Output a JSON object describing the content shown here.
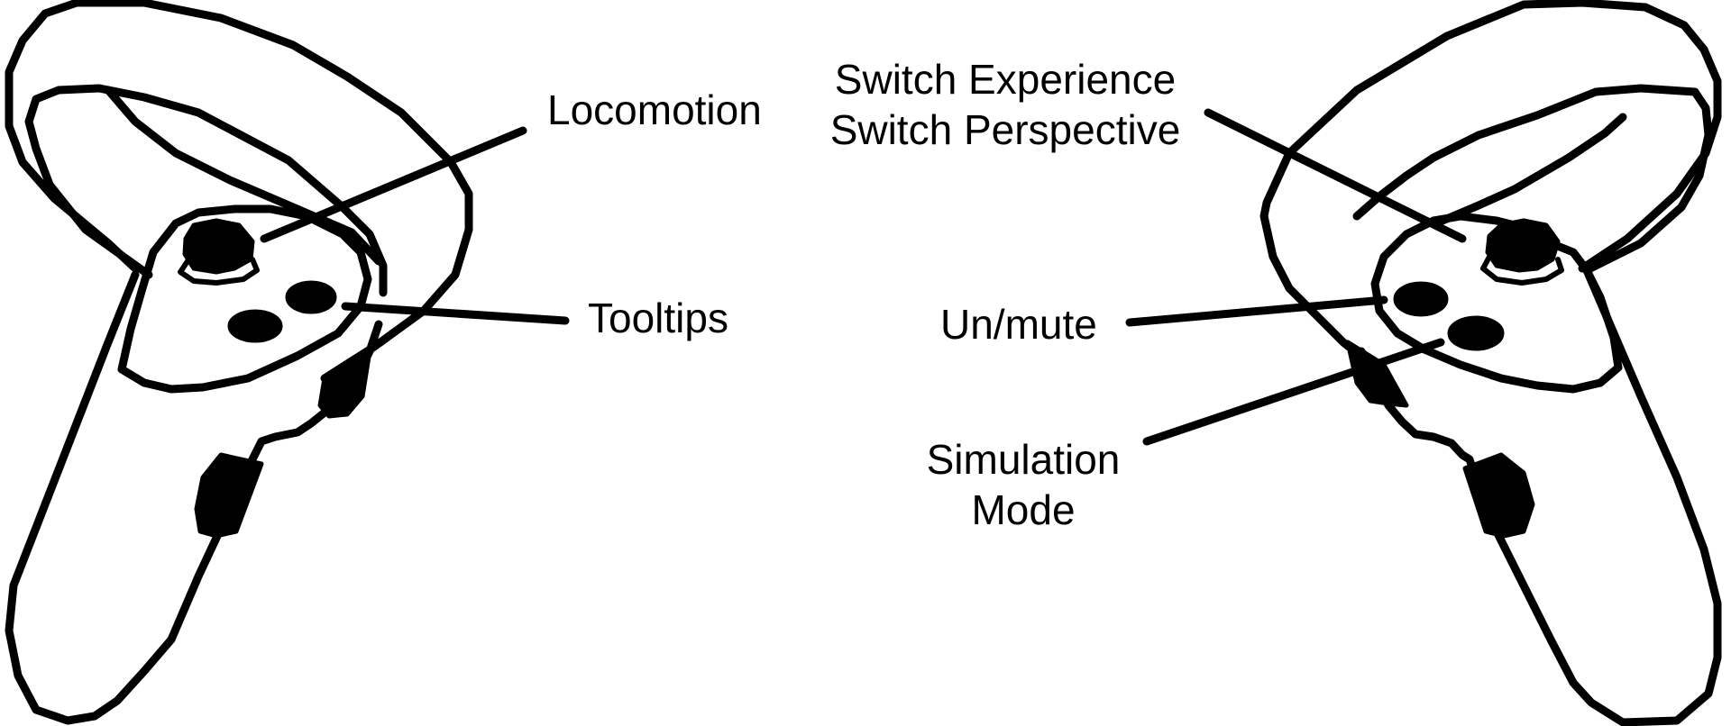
{
  "labels": {
    "locomotion": "Locomotion",
    "tooltips": "Tooltips",
    "switch_experience": "Switch Experience",
    "switch_perspective": "Switch Perspective",
    "unmute": "Un/mute",
    "simulation": "Simulation",
    "mode": "Mode"
  },
  "colors": {
    "ink": "#000000",
    "background": "#ffffff"
  },
  "icons": {
    "left_controller": "left-vr-controller-icon",
    "right_controller": "right-vr-controller-icon"
  }
}
